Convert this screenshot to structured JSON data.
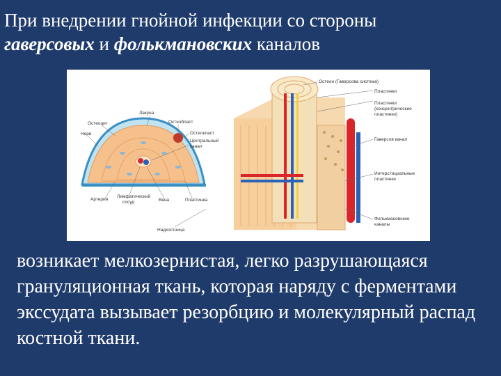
{
  "slide": {
    "title_part1": "При внедрении гнойной инфекции со стороны",
    "title_haversian": "гаверсовых",
    "title_and": " и ",
    "title_volkmann": "фолькмановских",
    "title_end": " каналов",
    "body_text": "возникает мелкозернистая, легко разрушающаяся грануляционная ткань, которая наряду с ферментами экссудата вызывает резорбцию и молекулярный распад костной ткани."
  },
  "figure": {
    "labels": {
      "lacuna": "Лакуна",
      "osteoblast": "Остеобласт",
      "osteocyte": "Остеоцит",
      "nerve": "Нерв",
      "osteoclast": "Остеокласт",
      "central_canal_1": "Центральный",
      "central_canal_2": "канал",
      "artery": "Артерия",
      "lymph_1": "Лимфатический",
      "lymph_2": "сосуд",
      "vein": "Вена",
      "lamella": "Пластинка",
      "periosteum": "Надкостница",
      "osteon": "Остеон (Гаверсова система)",
      "plates": "Пластинки",
      "concentric_1": "Пластинки",
      "concentric_2": "(концентрические",
      "concentric_3": "пластинки)",
      "haversian_canal": "Гаверсов канал",
      "interstitial_1": "Интерстициальные",
      "interstitial_2": "пластинки",
      "volkmann_1": "Фолькмановские",
      "volkmann_2": "каналы"
    }
  },
  "colors": {
    "background": "#1f3b6b",
    "text": "#ffffff",
    "bone": "#f3c48e",
    "artery": "#d8262b",
    "vein": "#2a62b8"
  }
}
